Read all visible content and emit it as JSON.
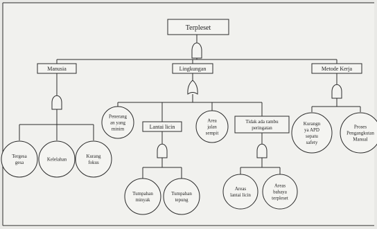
{
  "diagram": {
    "top_event": "Terpleset",
    "branches": {
      "manusia": {
        "label": "Manusia",
        "events": {
          "tergesa_gesa": [
            "Tergesa",
            "gesa"
          ],
          "kelelahan": [
            "Kelelahan"
          ],
          "kurang_fokus": [
            "Kurang",
            "fokus"
          ]
        }
      },
      "lingkungan": {
        "label": "Lingkungan",
        "events": {
          "penerang": [
            "Penerang",
            "an yang",
            "minim"
          ],
          "area_jalan_sempit": [
            "Area",
            "jalan",
            "sempit"
          ]
        },
        "sub": {
          "lantai_licin": {
            "label": "Lantai licin",
            "events": {
              "tumpahan_minyak": [
                "Tumpahan",
                "minyak"
              ],
              "tumpahan_tepung": [
                "Tumpahan",
                "tepung"
              ]
            }
          },
          "tidak_ada_rambu": {
            "label": "Tidak ada rambu peringatan",
            "label_lines": [
              "Tidak ada rambu",
              "peringatan"
            ],
            "events": {
              "area_lantai_licin": [
                "Areas",
                "lantai licin"
              ],
              "area_bahaya": [
                "Areas",
                "bahaya",
                "terpleset"
              ]
            }
          }
        }
      },
      "metode_kerja": {
        "label": "Metode Kerja",
        "events": {
          "kurangnya_apd": [
            "Kurangn",
            "ya APD",
            "sepatu",
            "safety"
          ],
          "proses_manual": [
            "Proses",
            "Pengangkutan",
            "Manual"
          ]
        }
      }
    }
  }
}
